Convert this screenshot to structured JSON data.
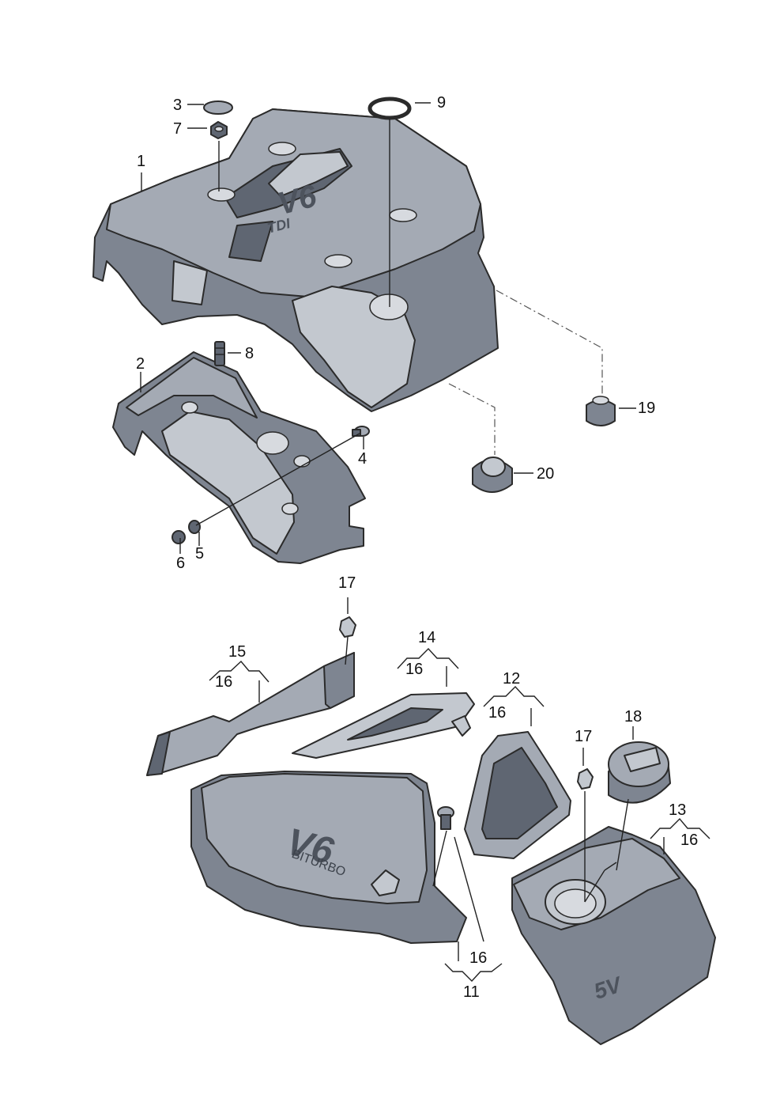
{
  "callouts": {
    "c1": "1",
    "c2": "2",
    "c3": "3",
    "c4": "4",
    "c5": "5",
    "c6": "6",
    "c7": "7",
    "c8": "8",
    "c9": "9",
    "c11": "11",
    "c12": "12",
    "c13": "13",
    "c14": "14",
    "c15": "15",
    "c16a": "16",
    "c16b": "16",
    "c16c": "16",
    "c16d": "16",
    "c16e": "16",
    "c17a": "17",
    "c17b": "17",
    "c18": "18",
    "c19": "19",
    "c20": "20"
  },
  "markings": {
    "v6_top": "V6",
    "tdi": "TDI",
    "v6_lower": "V6",
    "biturbo": "BITURBO",
    "fivev": "5V"
  },
  "colors": {
    "part_body": "#7e8591",
    "part_top": "#a4aab4",
    "part_highlight": "#c3c8cf",
    "part_shadow": "#5f6672",
    "line": "#222222"
  }
}
